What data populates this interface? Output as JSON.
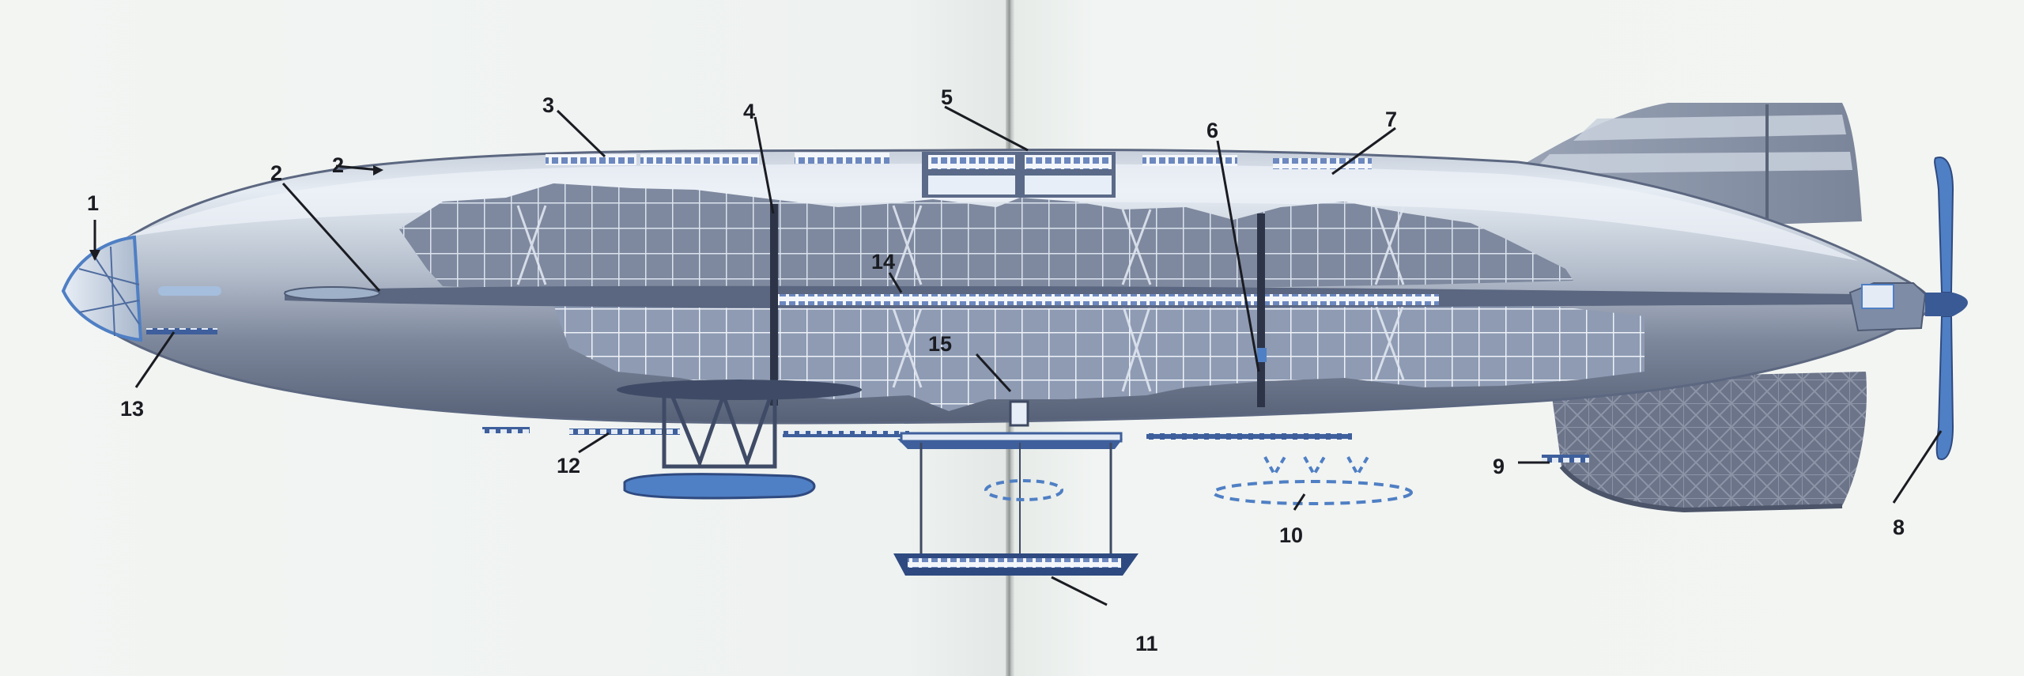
{
  "diagram": {
    "labels": [
      {
        "id": "l1",
        "text": "1"
      },
      {
        "id": "l2a",
        "text": "2"
      },
      {
        "id": "l2b",
        "text": "2"
      },
      {
        "id": "l3",
        "text": "3"
      },
      {
        "id": "l4",
        "text": "4"
      },
      {
        "id": "l5",
        "text": "5"
      },
      {
        "id": "l6",
        "text": "6"
      },
      {
        "id": "l7",
        "text": "7"
      },
      {
        "id": "l8",
        "text": "8"
      },
      {
        "id": "l9",
        "text": "9"
      },
      {
        "id": "l10",
        "text": "10"
      },
      {
        "id": "l11",
        "text": "11"
      },
      {
        "id": "l12",
        "text": "12"
      },
      {
        "id": "l13",
        "text": "13"
      },
      {
        "id": "l14",
        "text": "14"
      },
      {
        "id": "l15",
        "text": "15"
      }
    ],
    "colors": {
      "hull_light": "#dfe6ee",
      "hull_mid": "#a9b3c2",
      "hull_dark": "#5f6a80",
      "frame_bg": "#7f8aa0",
      "frame_grid": "#e8edf4",
      "accent_blue": "#4f7fc4",
      "deep_blue": "#3a5a95",
      "label_ink": "#1a1c22"
    }
  }
}
